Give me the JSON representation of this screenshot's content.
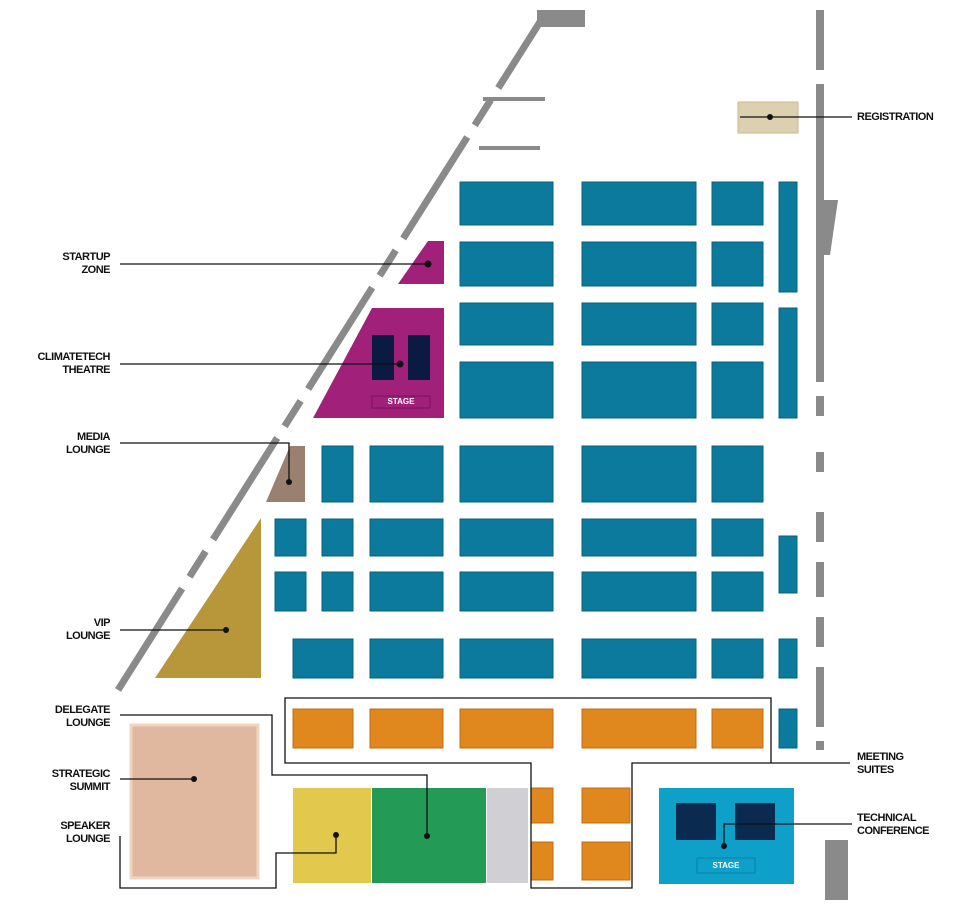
{
  "labels": {
    "registration": "REGISTRATION",
    "startup_zone": "STARTUP\nZONE",
    "climatetech_theatre": "CLIMATETECH\nTHEATRE",
    "media_lounge": "MEDIA\nLOUNGE",
    "vip_lounge": "VIP\nLOUNGE",
    "delegate_lounge": "DELEGATE\nLOUNGE",
    "strategic_summit": "STRATEGIC\nSUMMIT",
    "speaker_lounge": "SPEAKER\nLOUNGE",
    "meeting_suites": "MEETING\nSUITES",
    "technical_conference": "TECHNICAL\nCONFERENCE"
  },
  "stages": {
    "theatre": "STAGE",
    "conference": "STAGE"
  },
  "colors": {
    "exhibition": "#0b7a9c",
    "meeting": "#e0871e",
    "startup": "#a0207a",
    "media": "#9a8070",
    "vip": "#b8963a",
    "summit": "#e0b8a0",
    "speaker": "#e2c84c",
    "delegate": "#239a55",
    "tech": "#0ea0c8",
    "registration": "#ddd0b0"
  }
}
